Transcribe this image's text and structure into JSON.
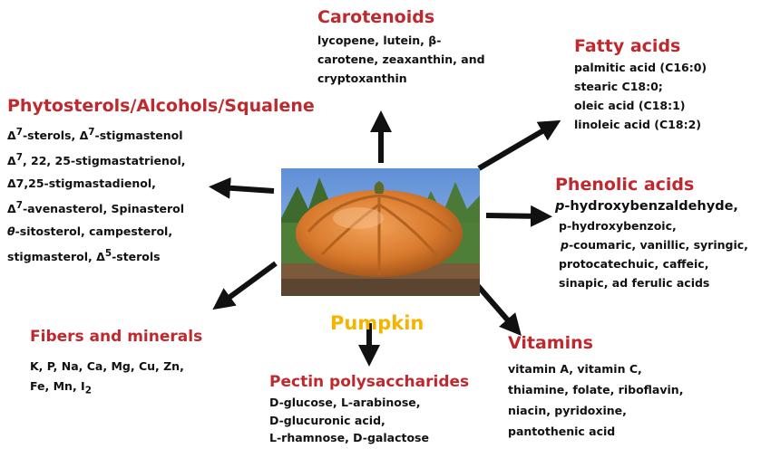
{
  "center": {
    "label": "Pumpkin",
    "label_color": "#f4b400",
    "image_icon": "pumpkin-photo"
  },
  "accent_color": "#c0282d",
  "nodes": {
    "carotenoids": {
      "title": "Carotenoids",
      "lines": [
        "lycopene, lutein, β-",
        "carotene, zeaxanthin, and",
        "cryptoxanthin"
      ]
    },
    "fatty": {
      "title": "Fatty acids",
      "lines": [
        "palmitic acid (C16:0)",
        "stearic C18:0;",
        "oleic acid (C18:1)",
        "linoleic acid (C18:2)"
      ]
    },
    "phyto": {
      "title": "Phytosterols/Alcohols/Squalene",
      "l1a": "Δ",
      "l1b": "7",
      "l1c": "-sterols, Δ",
      "l1d": "7",
      "l1e": "-stigmastenol",
      "l2a": "Δ",
      "l2b": "7",
      "l2c": ", 22, 25-stigmastatrienol,",
      "l3": "Δ7,25-stigmastadienol,",
      "l4a": "Δ",
      "l4b": "7",
      "l4c": "-avenasterol, Spinasterol",
      "l5a": "θ",
      "l5b": "-sitosterol, campesterol,",
      "l6a": "stigmasterol, Δ",
      "l6b": "5",
      "l6c": "-sterols"
    },
    "phenolic": {
      "title": "Phenolic acids",
      "l1a": "p",
      "l1b": "-hydroxybenzaldehyde,",
      "l2": "p-hydroxybenzoic,",
      "l3a": "p",
      "l3b": "-coumaric, vanillic, syringic,",
      "l4": "protocatechuic, caffeic,",
      "l5": "sinapic, ad ferulic acids"
    },
    "fibers": {
      "title": "Fibers and minerals",
      "l1": "K, P, Na, Ca, Mg, Cu, Zn,",
      "l2a": "Fe, Mn, I",
      "l2b": "2"
    },
    "pectin": {
      "title": "Pectin polysaccharides",
      "lines": [
        "D-glucose, L-arabinose,",
        "D-glucuronic acid,",
        "L-rhamnose, D-galactose"
      ]
    },
    "vitamins": {
      "title": "Vitamins",
      "lines": [
        "vitamin A, vitamin C,",
        "thiamine, folate, riboflavin,",
        "niacin, pyridoxine,",
        "pantothenic acid"
      ]
    }
  }
}
